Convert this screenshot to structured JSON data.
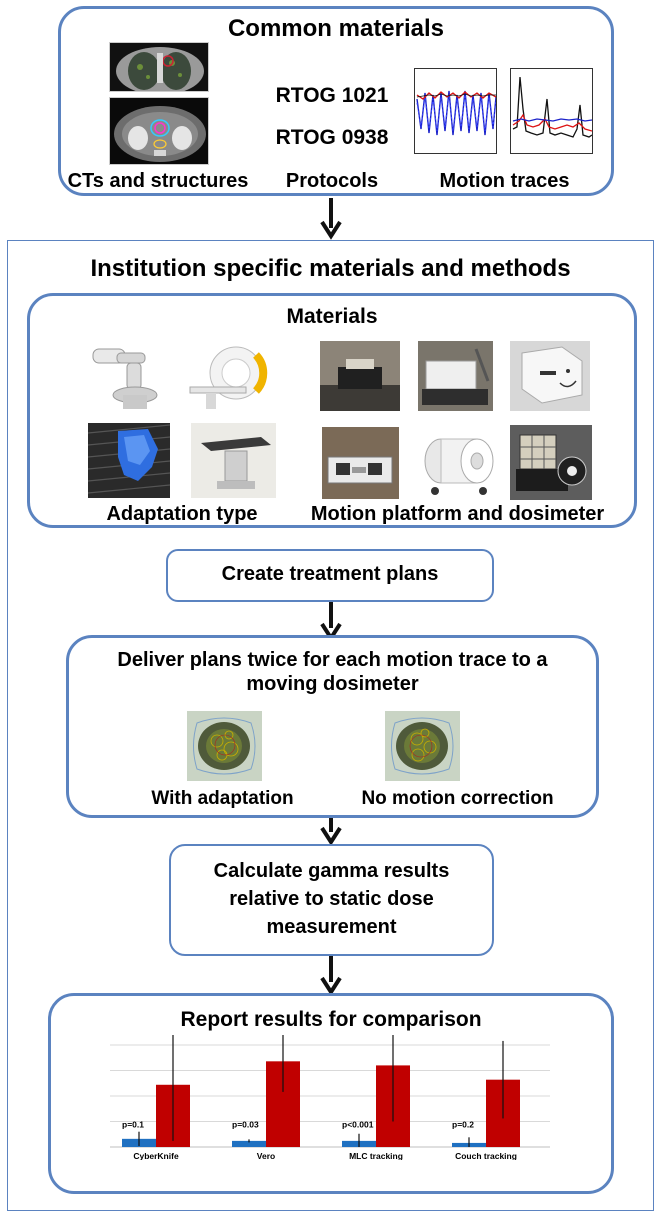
{
  "common": {
    "title": "Common materials",
    "protocol_1": "RTOG 1021",
    "protocol_2": "RTOG 0938",
    "label_ct": "CTs and structures",
    "label_protocols": "Protocols",
    "label_motion": "Motion traces"
  },
  "institution": {
    "title": "Institution specific materials and methods"
  },
  "materials": {
    "title": "Materials",
    "label_adaptation": "Adaptation type",
    "label_platform": "Motion platform and dosimeter"
  },
  "create": {
    "label": "Create treatment plans"
  },
  "deliver": {
    "line1": "Deliver plans twice for each motion trace to a",
    "line2": "moving dosimeter",
    "label_with": "With adaptation",
    "label_no": "No motion correction"
  },
  "gamma": {
    "line1": "Calculate gamma results",
    "line2": "relative to static dose",
    "line3": "measurement"
  },
  "report": {
    "title": "Report results for comparison"
  },
  "colors": {
    "border": "#5b83c0",
    "bar_blue": "#1f70c1",
    "bar_red": "#c00000"
  },
  "chart_data": {
    "type": "bar",
    "categories": [
      "CyberKnife",
      "Vero",
      "MLC tracking",
      "Couch tracking"
    ],
    "series": [
      {
        "values": [
          0.08,
          0.06,
          0.06,
          0.04
        ],
        "error": [
          0.07,
          0.015,
          0.07,
          0.055
        ],
        "color": "#1f70c1"
      },
      {
        "values": [
          0.61,
          0.84,
          0.8,
          0.66
        ],
        "error": [
          0.55,
          0.3,
          0.55,
          0.38
        ],
        "color": "#c00000"
      }
    ],
    "annotations": [
      "p=0.1",
      "p=0.03",
      "p<0.001",
      "p=0.2"
    ],
    "ylim": [
      0,
      1
    ],
    "grid": true
  }
}
